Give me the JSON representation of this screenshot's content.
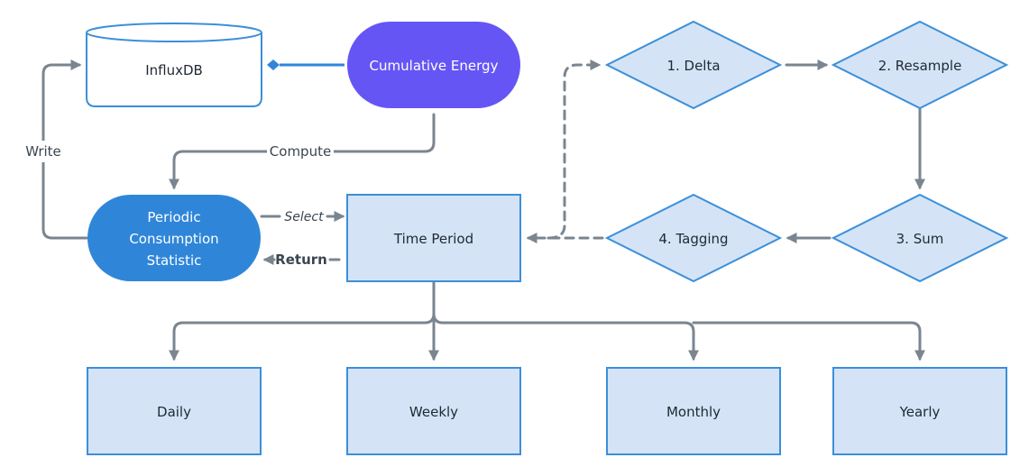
{
  "nodes": {
    "influxdb": "InfluxDB",
    "cumulative_energy": "Cumulative Energy",
    "periodic": [
      "Periodic",
      "Consumption",
      "Statistic"
    ],
    "time_period": "Time Period",
    "delta": "1. Delta",
    "resample": "2. Resample",
    "sum": "3. Sum",
    "tagging": "4. Tagging",
    "daily": "Daily",
    "weekly": "Weekly",
    "monthly": "Monthly",
    "yearly": "Yearly"
  },
  "edges": {
    "write": "Write",
    "compute": "Compute",
    "select": "Select",
    "return": "Return"
  },
  "colors": {
    "box_fill": "#d4e4f6",
    "box_stroke": "#3b8fd9",
    "purple": "#6655f5",
    "blue": "#2f86d9",
    "edge": "#7a8590"
  }
}
